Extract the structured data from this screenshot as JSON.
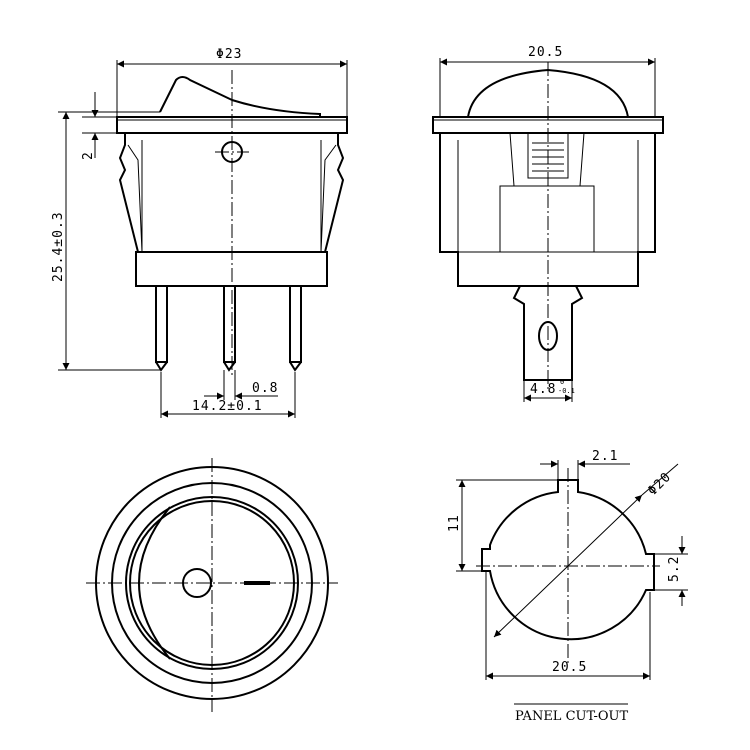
{
  "dimensions": {
    "diameter_23": "Φ23",
    "width_20_5_side": "20.5",
    "height_2": "2",
    "height_25_4": "25.4±0.3",
    "pin_0_8": "0.8",
    "pin_span_14_2": "14.2±0.1",
    "pin_4_8": "4.8",
    "pin_4_8_tol_top": "0",
    "pin_4_8_tol_bot": "-0.1",
    "cutout_2_1": "2.1",
    "cutout_phi_20": "Φ20",
    "cutout_11": "11",
    "cutout_5_2": "5.2",
    "cutout_20_5": "20.5"
  },
  "labels": {
    "panel_cutout": "PANEL CUT-OUT"
  }
}
